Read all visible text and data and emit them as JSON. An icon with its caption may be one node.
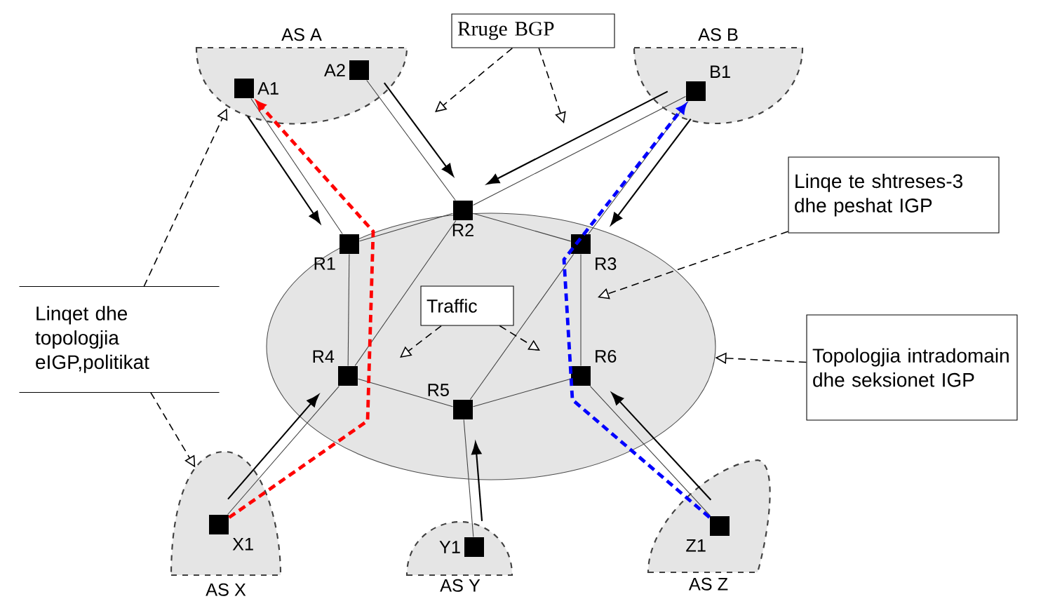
{
  "diagram": {
    "nodes": [
      {
        "text": [
          "AS A"
        ]
      },
      {
        "text": [
          "A1"
        ],
        "in": 0
      },
      {
        "text": [
          "A2"
        ],
        "in": 0
      },
      {
        "text": [
          "Rruge BGP"
        ]
      },
      {
        "text": [
          "AS B"
        ]
      },
      {
        "text": [
          "B1"
        ],
        "in": 4
      },
      {
        "text": [
          "Linqe te shtreses-3 dhe peshat IGP"
        ]
      },
      {
        "text": [
          "Linqet dhe topologjia eIGP,politikat"
        ]
      },
      {
        "text": [],
        "shape": "ellipse"
      },
      {
        "text": [
          "R1"
        ],
        "in": 8
      },
      {
        "text": [
          "R2"
        ],
        "in": 8
      },
      {
        "text": [
          "R3"
        ],
        "in": 8
      },
      {
        "text": [
          "Traffic"
        ],
        "in": 8
      },
      {
        "text": [
          "R4"
        ],
        "in": 8
      },
      {
        "text": [
          "R5"
        ],
        "in": 8
      },
      {
        "text": [
          "R6"
        ],
        "in": 8
      },
      {
        "text": [
          "Topologjia intradomain dhe seksionet IGP"
        ]
      },
      {
        "text": [
          "AS X"
        ]
      },
      {
        "text": [
          "X1"
        ],
        "in": 17
      },
      {
        "text": [
          "AS Y"
        ]
      },
      {
        "text": [
          "Y1"
        ],
        "in": 19
      },
      {
        "text": [
          "AS Z"
        ]
      },
      {
        "text": [
          "Z1"
        ],
        "in": 21
      }
    ],
    "edges": [
      {
        "from": 1,
        "to": 9,
        "arrow": "none"
      },
      {
        "from": 2,
        "to": 10,
        "arrow": "none"
      },
      {
        "from": 5,
        "to": 10,
        "arrow": "none"
      },
      {
        "from": 5,
        "to": 11,
        "arrow": "none"
      },
      {
        "from": 18,
        "to": 13,
        "arrow": "none"
      },
      {
        "from": 20,
        "to": 14,
        "arrow": "none"
      },
      {
        "from": 22,
        "to": 15,
        "arrow": "none"
      },
      {
        "from": 9,
        "to": 10,
        "arrow": "none"
      },
      {
        "from": 10,
        "to": 11,
        "arrow": "none"
      },
      {
        "from": 11,
        "to": 15,
        "arrow": "none"
      },
      {
        "from": 15,
        "to": 14,
        "arrow": "none"
      },
      {
        "from": 14,
        "to": 13,
        "arrow": "none"
      },
      {
        "from": 13,
        "to": 9,
        "arrow": "none"
      },
      {
        "from": 10,
        "to": 13,
        "arrow": "none"
      },
      {
        "from": 14,
        "to": 11,
        "arrow": "none"
      },
      {
        "from": 1,
        "to": 9,
        "arrow": "to"
      },
      {
        "from": 2,
        "to": 10,
        "arrow": "to"
      },
      {
        "from": 5,
        "to": 10,
        "arrow": "to"
      },
      {
        "from": 5,
        "to": 11,
        "arrow": "to"
      },
      {
        "from": 18,
        "to": 13,
        "arrow": "to"
      },
      {
        "from": 20,
        "to": 14,
        "arrow": "to"
      },
      {
        "from": 22,
        "to": 15,
        "arrow": "to"
      },
      {
        "from": 18,
        "to": 1,
        "arrow": "to",
        "style": "dashed",
        "color": "#ff0000"
      },
      {
        "from": 22,
        "to": 5,
        "arrow": "to",
        "style": "dashed",
        "color": "#0000ff"
      },
      {
        "from": 3,
        "to": null,
        "arrow": "to",
        "style": "dashed"
      },
      {
        "from": 3,
        "to": null,
        "arrow": "to",
        "style": "dashed"
      },
      {
        "from": 7,
        "to": 0,
        "arrow": "to",
        "style": "dashed"
      },
      {
        "from": 7,
        "to": 17,
        "arrow": "to",
        "style": "dashed"
      },
      {
        "from": 6,
        "to": null,
        "arrow": "to",
        "style": "dashed"
      },
      {
        "from": 12,
        "to": null,
        "arrow": "to",
        "style": "dashed"
      },
      {
        "from": 12,
        "to": null,
        "arrow": "to",
        "style": "dashed"
      },
      {
        "from": 16,
        "to": 8,
        "arrow": "to",
        "style": "dashed"
      }
    ]
  }
}
